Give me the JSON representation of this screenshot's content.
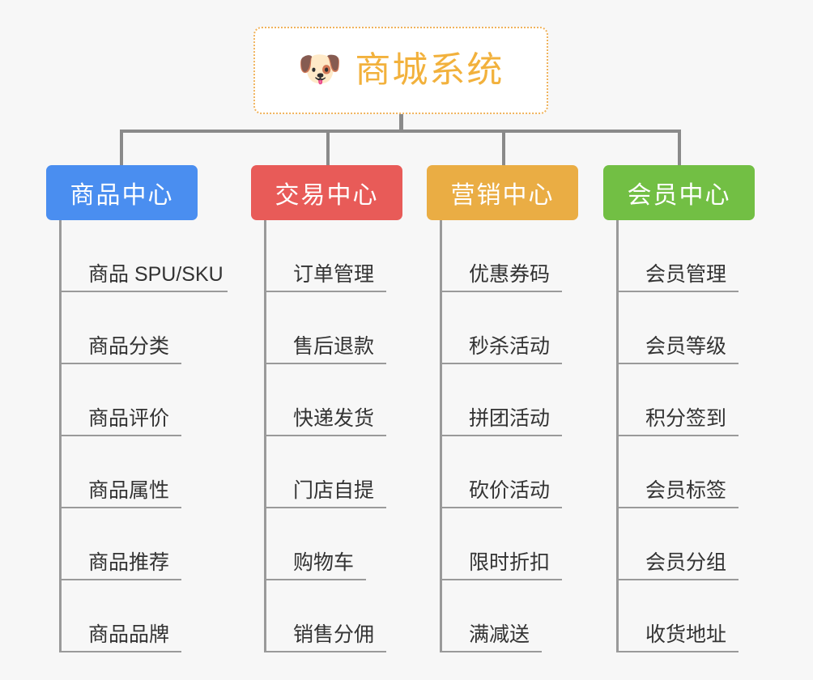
{
  "background_color": "#f7f7f7",
  "root": {
    "icon": "dog-face-emoji",
    "icon_glyph": "🐶",
    "title": "商城系统",
    "text_color": "#f2b13c",
    "border_color": "#f0b35c",
    "fill_color": "#ffffff"
  },
  "connector_color": "#8a8a8a",
  "columns": [
    {
      "id": "product-center",
      "title": "商品中心",
      "color": "#4a8ef0",
      "items": [
        "商品 SPU/SKU",
        "商品分类",
        "商品评价",
        "商品属性",
        "商品推荐",
        "商品品牌"
      ]
    },
    {
      "id": "trade-center",
      "title": "交易中心",
      "color": "#e85b58",
      "items": [
        "订单管理",
        "售后退款",
        "快递发货",
        "门店自提",
        "购物车",
        "销售分佣"
      ]
    },
    {
      "id": "marketing-center",
      "title": "营销中心",
      "color": "#eaad44",
      "items": [
        "优惠券码",
        "秒杀活动",
        "拼团活动",
        "砍价活动",
        "限时折扣",
        "满减送"
      ]
    },
    {
      "id": "member-center",
      "title": "会员中心",
      "color": "#72bf44",
      "items": [
        "会员管理",
        "会员等级",
        "积分签到",
        "会员标签",
        "会员分组",
        "收货地址"
      ]
    }
  ]
}
